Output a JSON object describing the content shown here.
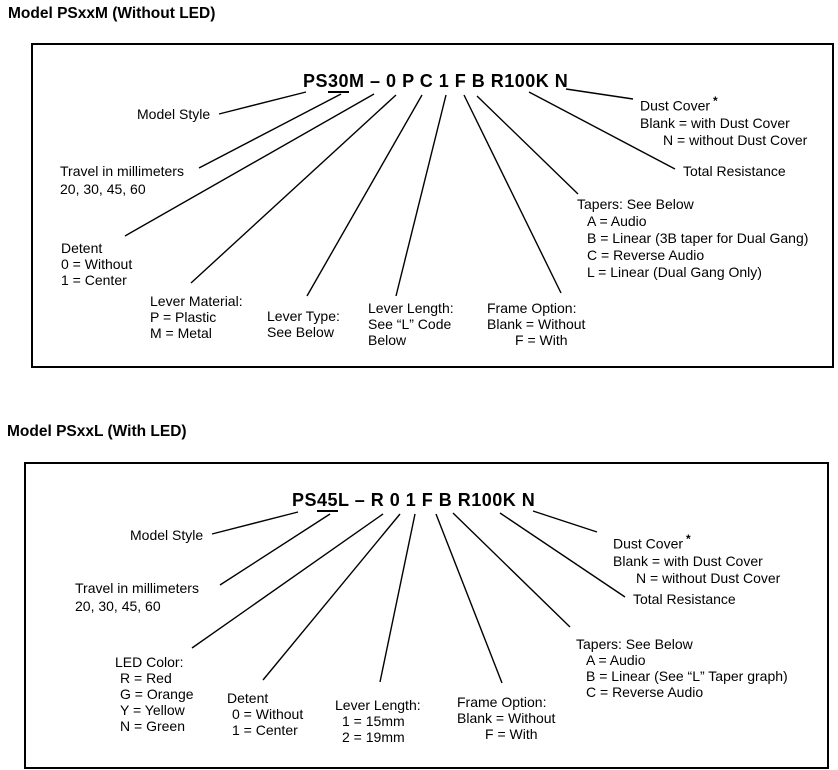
{
  "colors": {
    "text": "#000000",
    "background": "#ffffff",
    "line": "#000000"
  },
  "sections": [
    {
      "title": "Model PSxxM (Without LED)",
      "part_number": {
        "pre": "PS",
        "underlined": "30",
        "post": "M – 0 P C 1 F B R100K N"
      },
      "callouts": {
        "model_style": [
          "Model Style"
        ],
        "travel": [
          "Travel in millimeters",
          "20, 30, 45, 60"
        ],
        "detent": [
          "Detent",
          "0 = Without",
          "1 = Center"
        ],
        "lever_material": [
          "Lever Material:",
          "P = Plastic",
          "M = Metal"
        ],
        "lever_type": [
          "Lever Type:",
          "See Below"
        ],
        "lever_length": [
          "Lever Length:",
          "See “L” Code",
          "Below"
        ],
        "frame_option": [
          "Frame Option:",
          "Blank = Without",
          "F = With"
        ],
        "tapers": [
          "Tapers: See Below",
          "A = Audio",
          "B = Linear (3B taper for Dual Gang)",
          "C = Reverse Audio",
          "L = Linear (Dual Gang Only)"
        ],
        "total_resistance": [
          "Total Resistance"
        ],
        "dust_cover": {
          "title": "Dust Cover",
          "marker": "*",
          "options": [
            "Blank = with Dust Cover",
            "N = without Dust Cover"
          ]
        }
      }
    },
    {
      "title": "Model PSxxL (With LED)",
      "part_number": {
        "pre": "PS",
        "underlined": "45",
        "post": "L – R 0 1 F B R100K N"
      },
      "callouts": {
        "model_style": [
          "Model Style"
        ],
        "travel": [
          "Travel in millimeters",
          "20, 30, 45, 60"
        ],
        "led_color": [
          "LED Color:",
          "R = Red",
          "G = Orange",
          "Y = Yellow",
          "N = Green"
        ],
        "detent": [
          "Detent",
          "0 = Without",
          "1 = Center"
        ],
        "lever_length": [
          "Lever Length:",
          "1 = 15mm",
          "2 = 19mm"
        ],
        "frame_option": [
          "Frame Option:",
          "Blank = Without",
          "F = With"
        ],
        "tapers": [
          "Tapers: See Below",
          "A = Audio",
          "B = Linear (See “L” Taper graph)",
          "C = Reverse Audio"
        ],
        "total_resistance": [
          "Total Resistance"
        ],
        "dust_cover": {
          "title": "Dust Cover",
          "marker": "*",
          "options": [
            "Blank = with Dust Cover",
            "N = without Dust Cover"
          ]
        }
      }
    }
  ]
}
